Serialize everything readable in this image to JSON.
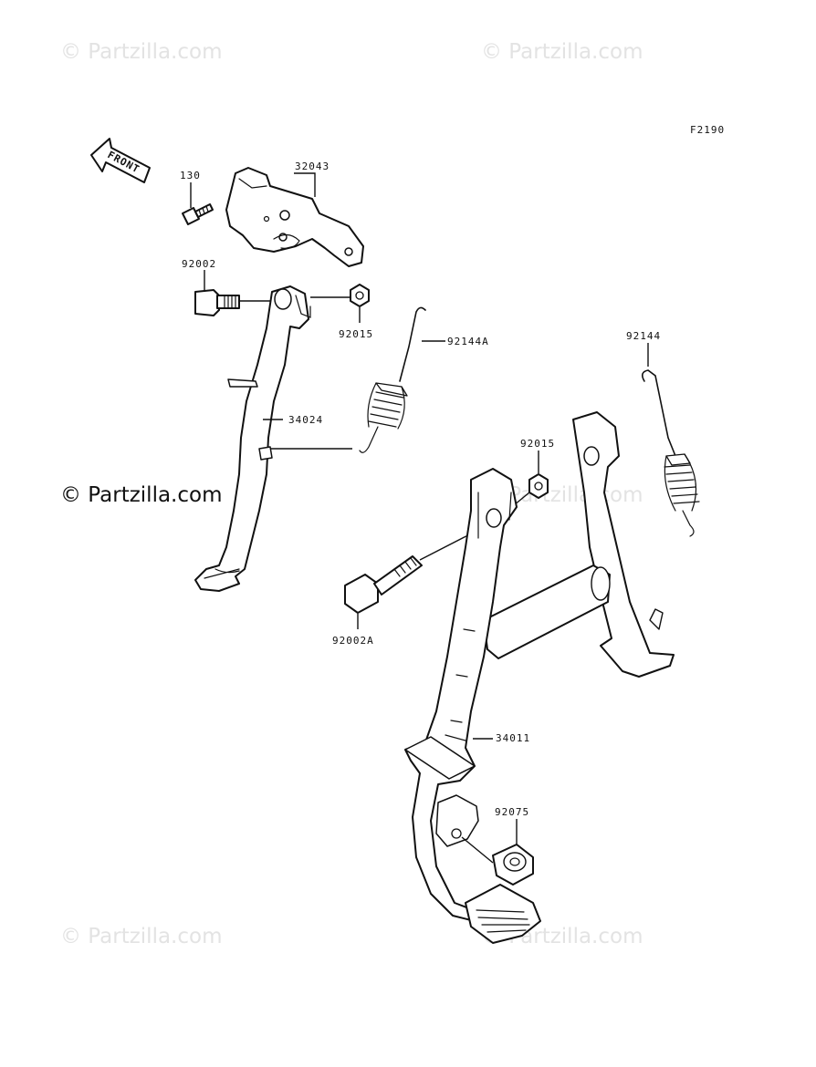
{
  "watermarks": {
    "top_left": "© Partzilla.com",
    "top_right": "© Partzilla.com",
    "middle_left": "© Partzilla.com",
    "middle_right": "© Partzilla.com",
    "bottom_left": "© Partzilla.com",
    "bottom_right": "© Partzilla.com"
  },
  "diagram": {
    "figure_code": "F2190",
    "front_arrow_text": "FRONT",
    "callouts": {
      "c130": "130",
      "c32043": "32043",
      "c92002": "92002",
      "c92015_top": "92015",
      "c92144A": "92144A",
      "c34024": "34024",
      "c92144": "92144",
      "c92015": "92015",
      "c92002A": "92002A",
      "c34011": "34011",
      "c92075": "92075"
    }
  }
}
